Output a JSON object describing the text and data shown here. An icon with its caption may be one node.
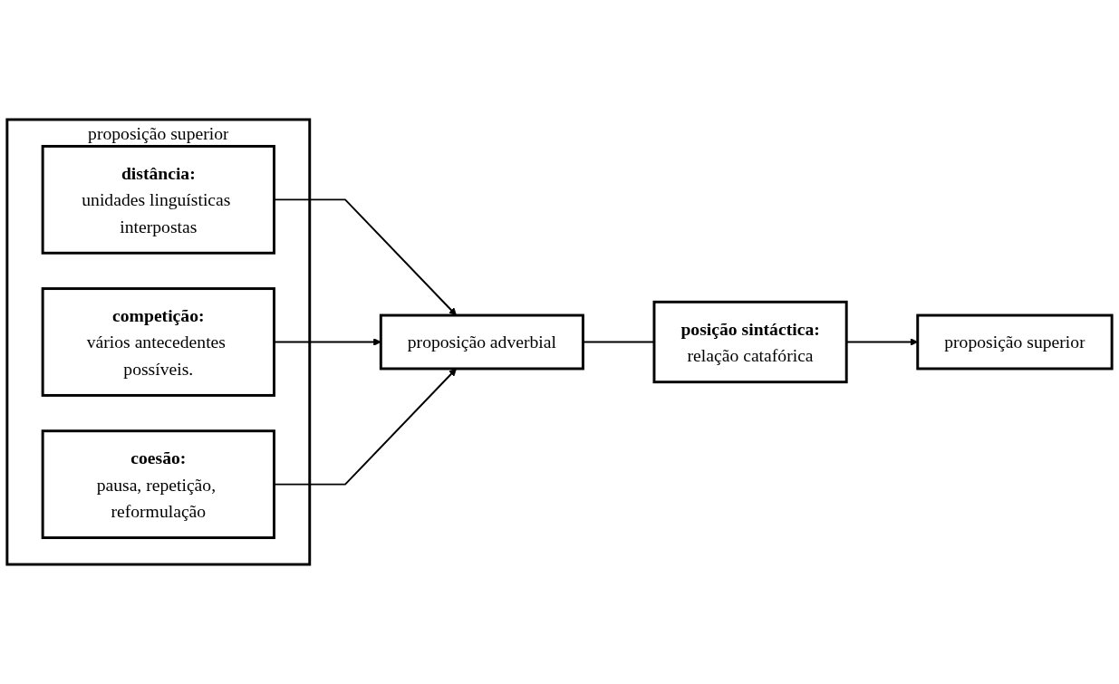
{
  "diagram": {
    "nodes": [
      {
        "text": [
          "proposição superior"
        ]
      },
      {
        "text": [
          "distância:",
          "unidades linguísticas interpostas"
        ],
        "in": 0
      },
      {
        "text": [
          "competição:",
          "vários antecedentes possíveis."
        ],
        "in": 0
      },
      {
        "text": [
          "coesão:",
          "pausa, repetição, reformulação"
        ],
        "in": 0
      },
      {
        "text": [
          "proposição adverbial"
        ]
      },
      {
        "text": [
          "posição sintáctica:",
          "relação catafórica"
        ]
      },
      {
        "text": [
          "proposição superior"
        ]
      }
    ],
    "edges": [
      {
        "from": 1,
        "to": 4,
        "arrow": "to"
      },
      {
        "from": 2,
        "to": 4,
        "arrow": "to"
      },
      {
        "from": 3,
        "to": 4,
        "arrow": "to"
      },
      {
        "from": 4,
        "to": 5,
        "arrow": "none"
      },
      {
        "from": 5,
        "to": 6,
        "arrow": "to"
      }
    ]
  }
}
